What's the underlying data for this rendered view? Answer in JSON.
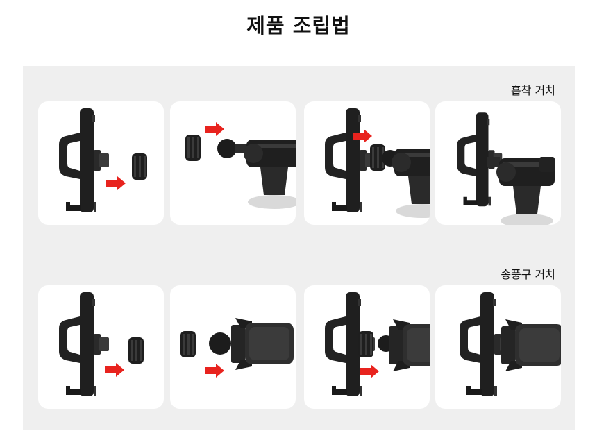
{
  "title": "제품 조립법",
  "sections": [
    {
      "label": "흡착 거치",
      "mount": "suction-mount",
      "steps": 4
    },
    {
      "label": "송풍구 거치",
      "mount": "air-vent-mount",
      "steps": 4
    }
  ],
  "colors": {
    "background": "#ffffff",
    "panel": "#efefef",
    "card": "#ffffff",
    "device": "#1c1c1c",
    "arrow": "#e8231e"
  },
  "icons": [
    "phone-holder-icon",
    "ball-nut-icon",
    "ball-joint-icon",
    "suction-mount-icon",
    "vent-clip-icon",
    "red-arrow-icon"
  ]
}
